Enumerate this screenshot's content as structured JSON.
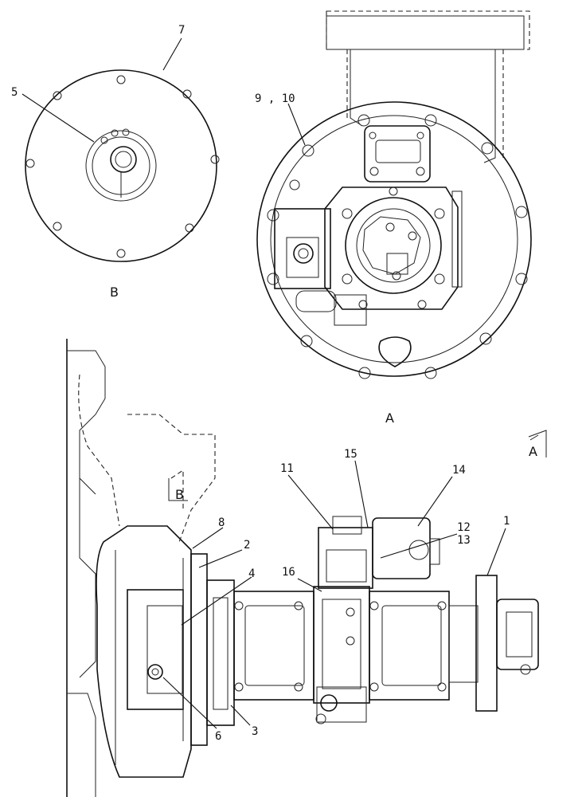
{
  "callouts": {
    "c1": "1",
    "c2": "2",
    "c3": "3",
    "c4": "4",
    "c5": "5",
    "c6": "6",
    "c7": "7",
    "c8": "8",
    "c9_10": "9 , 10",
    "c11": "11",
    "c12": "12",
    "c13": "13",
    "c14": "14",
    "c15": "15",
    "c16": "16"
  },
  "views": {
    "view_b_label": "B",
    "view_a_label": "A",
    "arrow_a_label": "A",
    "arrow_b_label": "B"
  }
}
